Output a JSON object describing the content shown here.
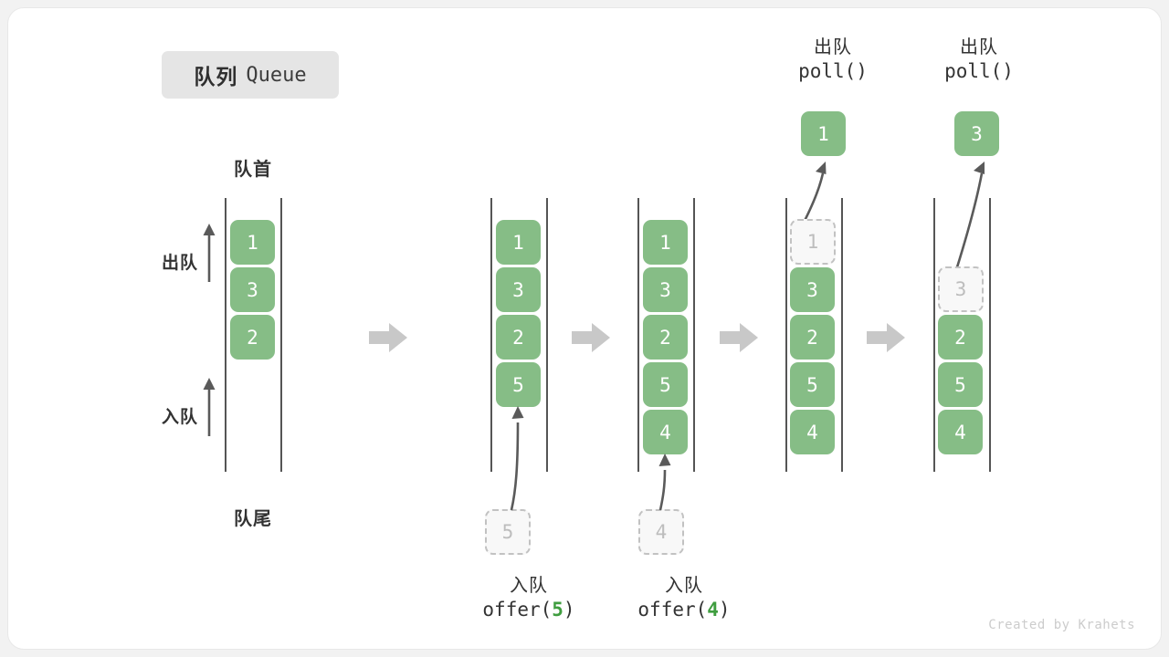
{
  "title": {
    "cn": "队列",
    "en": "Queue"
  },
  "labels": {
    "front": "队首",
    "back": "队尾",
    "dequeue": "出队",
    "enqueue": "入队"
  },
  "colors": {
    "element_green": "#86bd86",
    "ghost_gray": "#c2c2c2",
    "rail": "#555555",
    "arrow": "#5a5a5a",
    "step_arrow": "#c8c8c8",
    "badge_bg": "#e5e5e5",
    "code_accent": "#3f9d3f"
  },
  "stages": [
    {
      "name": "initial",
      "cells": [
        {
          "value": "1",
          "state": "filled"
        },
        {
          "value": "3",
          "state": "filled"
        },
        {
          "value": "2",
          "state": "filled"
        }
      ]
    },
    {
      "name": "after-offer-5",
      "cells": [
        {
          "value": "1",
          "state": "filled"
        },
        {
          "value": "3",
          "state": "filled"
        },
        {
          "value": "2",
          "state": "filled"
        },
        {
          "value": "5",
          "state": "filled"
        }
      ],
      "incoming": {
        "value": "5",
        "state": "ghost"
      },
      "caption": {
        "cn": "入队",
        "fn": "offer(",
        "arg": "5",
        "fn_end": ")"
      }
    },
    {
      "name": "after-offer-4",
      "cells": [
        {
          "value": "1",
          "state": "filled"
        },
        {
          "value": "3",
          "state": "filled"
        },
        {
          "value": "2",
          "state": "filled"
        },
        {
          "value": "5",
          "state": "filled"
        },
        {
          "value": "4",
          "state": "filled"
        }
      ],
      "incoming": {
        "value": "4",
        "state": "ghost"
      },
      "caption": {
        "cn": "入队",
        "fn": "offer(",
        "arg": "4",
        "fn_end": ")"
      }
    },
    {
      "name": "after-poll-1",
      "cells": [
        {
          "value": "1",
          "state": "ghost"
        },
        {
          "value": "3",
          "state": "filled"
        },
        {
          "value": "2",
          "state": "filled"
        },
        {
          "value": "5",
          "state": "filled"
        },
        {
          "value": "4",
          "state": "filled"
        }
      ],
      "outgoing": {
        "value": "1",
        "state": "filled"
      },
      "caption": {
        "cn": "出队",
        "fn": "poll()"
      }
    },
    {
      "name": "after-poll-3",
      "cells": [
        {
          "value": "",
          "state": "empty"
        },
        {
          "value": "3",
          "state": "ghost"
        },
        {
          "value": "2",
          "state": "filled"
        },
        {
          "value": "5",
          "state": "filled"
        },
        {
          "value": "4",
          "state": "filled"
        }
      ],
      "outgoing": {
        "value": "3",
        "state": "filled"
      },
      "caption": {
        "cn": "出队",
        "fn": "poll()"
      }
    }
  ],
  "watermark": "Created by Krahets"
}
